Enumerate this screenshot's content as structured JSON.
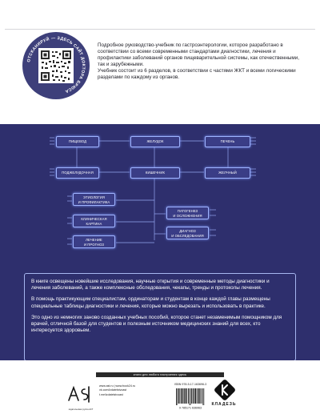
{
  "qr": {
    "ring_text": "ОТСКАНИРУЙ — ЗДЕСЬ САЙТ ДОКТОРА БРЮСА",
    "ring_color": "#3d3f7a"
  },
  "description": {
    "p1": "Подробное руководство-учебник по гастроэнтерологии, которое разработано в соответствии со всеми современными стандартами диагностики, лечения и профилактики заболеваний органов пищеварительной системы, как отечественными, так и зарубежными.",
    "p2": "Учебник состоит из 6 разделов, в соответствии с частями ЖКТ и всеми логическими разделами по каждому из органов."
  },
  "diagram": {
    "organs": {
      "esophagus": "ПИЩЕВОД",
      "stomach": "ЖЕЛУДОК",
      "liver": "ПЕЧЕНЬ",
      "pancreas": "ПОДЖЕЛУДОЧНАЯ",
      "intestine": "КИШЕЧНИК",
      "gallbladder": "ЖЕЛЧНЫЙ"
    },
    "topics": {
      "etiology_1": "ЭТИОЛОГИЯ",
      "etiology_2": "И ПРОФИЛАКТИКА",
      "clinical_1": "КЛИНИЧЕСКАЯ",
      "clinical_2": "КАРТИНА",
      "treatment_1": "ЛЕЧЕНИЕ",
      "treatment_2": "И ПРОГНОЗ",
      "pathogenesis_1": "ПАТОГЕНЕЗ",
      "pathogenesis_2": "И ОСЛОЖНЕНИЯ",
      "diagnosis_1": "ДИАГНОЗ",
      "diagnosis_2": "И ОБСЛЕДОВАНИЯ"
    },
    "colors": {
      "background": "#2e2f6d",
      "line": "#9fb4ff"
    }
  },
  "info": {
    "p1": "В книге освещены новейшие исследования, научные открытия и современные методы диагностики и лечения заболеваний, а также комплексные обследования, чекапы, тренды и протоколы лечения.",
    "p2": "В помощь практикующим специалистам, ординаторам и студентам в конце каждой главы размещены специальные таблицы диагностики и лечения, которые можно вырезать и использовать в практике.",
    "p3": "Это одно из немногих заново созданных учебных пособий, которое станет незаменимым помощником для врачей, отличной базой для студентов и полезным источником медицинских знаний для всех, кто интересуется здоровьем."
  },
  "footer": {
    "promo": "книги для любого настроения здесь",
    "ast_label": "издательская группа АСТ",
    "site": "www.ast.ru | www.book24.ru",
    "vk": "vk.com/izdatelstvoast",
    "tg": "t.me/izdatelstvoast",
    "isbn": "ISBN 978-5-17-163696-3",
    "barcode_digits": "9 785171 636963",
    "publisher": "КЛАДЕЗЬ"
  }
}
